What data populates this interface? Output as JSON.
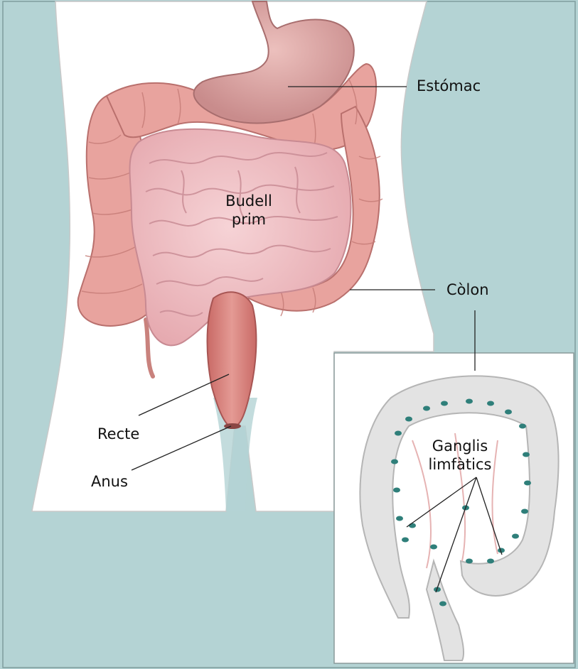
{
  "labels": {
    "stomach": "Estómac",
    "small_intestine_line1": "Budell",
    "small_intestine_line2": "prim",
    "colon": "Còlon",
    "rectum": "Recte",
    "anus": "Anus",
    "lymph_nodes_line1": "Ganglis",
    "lymph_nodes_line2": "limfàtics"
  },
  "colors": {
    "background_teal": "#b4d3d4",
    "body_white": "#ffffff",
    "intestine_pink": "#e8a39e",
    "small_intestine_pink": "#f2c6c9",
    "stomach_pink": "#d9a4a4",
    "rectum_red": "#d97b77",
    "inset_gray": "#e3e3e3",
    "lymph_node_teal": "#2f7f7a"
  }
}
